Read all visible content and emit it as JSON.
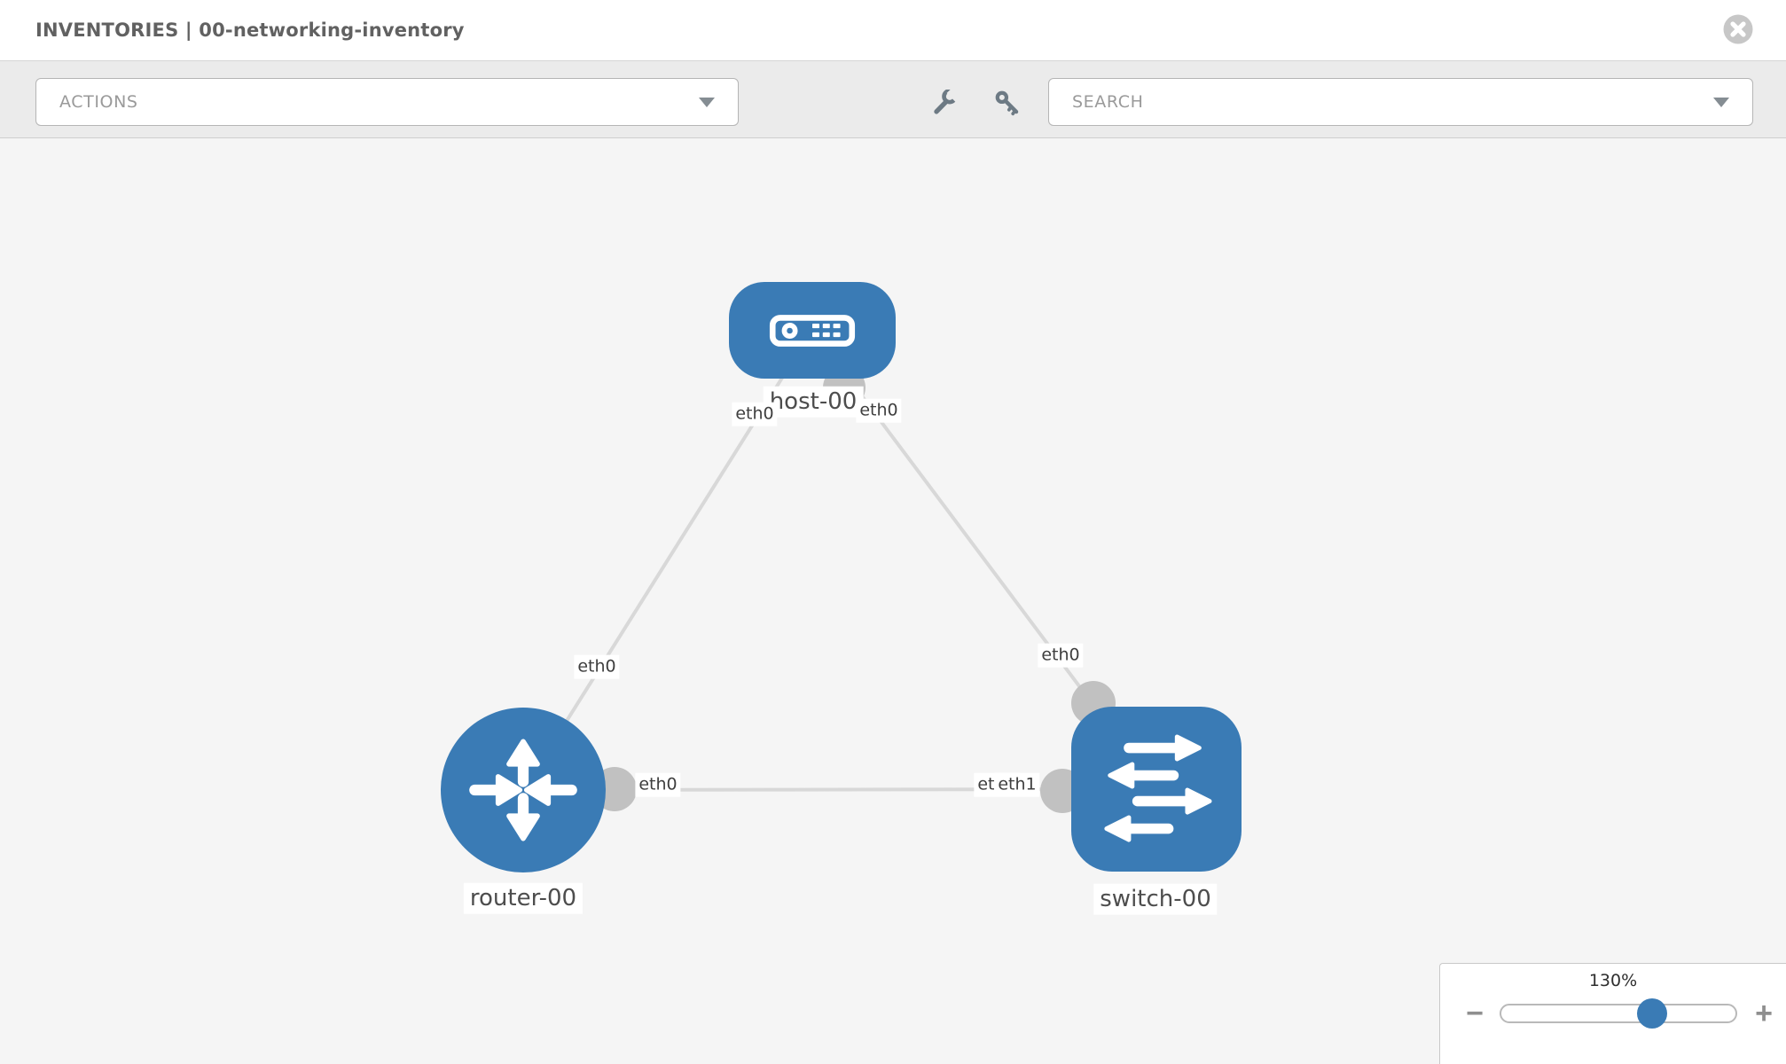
{
  "header": {
    "title": "INVENTORIES | 00-networking-inventory",
    "close_icon": "circle-x"
  },
  "toolbar": {
    "actions_label": "ACTIONS",
    "search_label": "SEARCH",
    "icons": [
      "wrench",
      "key"
    ]
  },
  "topology": {
    "nodes": [
      {
        "id": "host-00",
        "label": "host-00",
        "type": "host",
        "shape": "rounded-rectangle"
      },
      {
        "id": "router-00",
        "label": "router-00",
        "type": "router",
        "shape": "circle"
      },
      {
        "id": "switch-00",
        "label": "switch-00",
        "type": "switch",
        "shape": "rounded-square"
      }
    ],
    "links": [
      {
        "from": "host-00",
        "from_iface": "eth0",
        "to": "router-00",
        "to_iface": "eth0"
      },
      {
        "from": "host-00",
        "from_iface": "eth0",
        "to": "switch-00",
        "to_iface": "eth0"
      },
      {
        "from": "router-00",
        "from_iface": "eth0",
        "to": "switch-00",
        "to_iface": "eth1",
        "to_iface_overlapped": "eth0"
      }
    ]
  },
  "zoom_panel": {
    "level_label": "130%",
    "value_pct": 130,
    "minus_label": "−",
    "plus_label": "+"
  },
  "colors": {
    "node_blue": "#3a7bb5",
    "canvas_bg": "#f5f5f5",
    "toolbar_bg": "#ebebeb",
    "edge_gray": "#d8d8d8",
    "interface_dot": "#c1c1c1",
    "label_text": "#4d4d4d",
    "muted_text": "#9a9a9a"
  }
}
